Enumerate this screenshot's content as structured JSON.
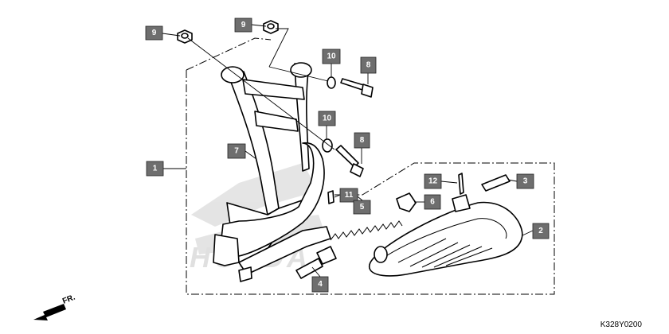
{
  "callouts": {
    "c1": "1",
    "c2": "2",
    "c3": "3",
    "c4": "4",
    "c5": "5",
    "c6": "6",
    "c7": "7",
    "c8a": "8",
    "c8b": "8",
    "c9a": "9",
    "c9b": "9",
    "c10a": "10",
    "c10b": "10",
    "c11": "11",
    "c12": "12"
  },
  "direction": {
    "label": "FR."
  },
  "diagram": {
    "code": "K328Y0200"
  },
  "watermark": {
    "brand": "HONDA"
  },
  "colors": {
    "callout_fill": "#6e6e6e",
    "callout_text": "#ffffff",
    "line": "#000000"
  }
}
